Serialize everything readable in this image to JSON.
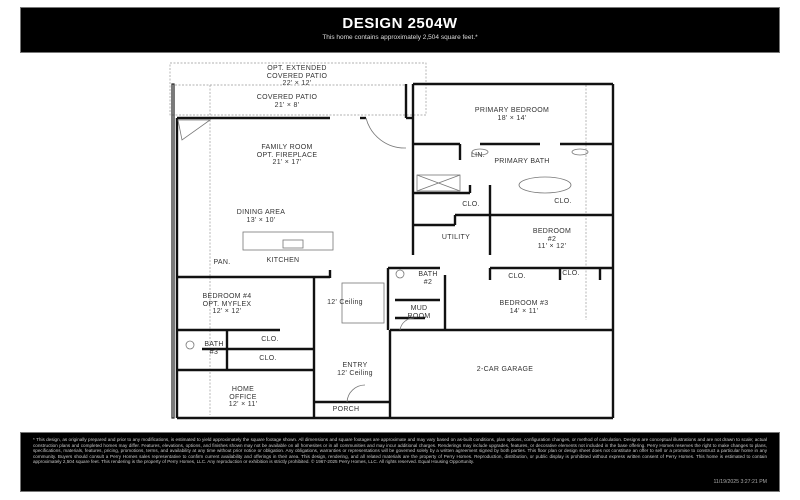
{
  "header": {
    "title": "DESIGN 2504W",
    "subtitle": "This home contains approximately 2,504 square feet.*"
  },
  "rooms": {
    "ext_patio": {
      "name": "OPT. EXTENDED",
      "name2": "COVERED PATIO",
      "dim": "22' × 12'"
    },
    "patio": {
      "name": "COVERED PATIO",
      "dim": "21' × 8'"
    },
    "family": {
      "name": "FAMILY ROOM",
      "name2": "OPT. FIREPLACE",
      "dim": "21' × 17'"
    },
    "dining": {
      "name": "DINING AREA",
      "dim": "13' × 10'"
    },
    "kitchen": {
      "name": "KITCHEN"
    },
    "pantry": {
      "name": "PAN."
    },
    "primary_bed": {
      "name": "PRIMARY BEDROOM",
      "dim": "18' × 14'"
    },
    "primary_bath": {
      "name": "PRIMARY BATH"
    },
    "linen": {
      "name": "LIN."
    },
    "clo_primary_left": {
      "name": "CLO."
    },
    "clo_primary_right": {
      "name": "CLO."
    },
    "utility": {
      "name": "UTILITY"
    },
    "bed2": {
      "name": "BEDROOM",
      "name2": "#2",
      "dim": "11' × 12'"
    },
    "bath2": {
      "name": "BATH",
      "name2": "#2"
    },
    "clo_bed3": {
      "name": "CLO."
    },
    "clo_bed2": {
      "name": "CLO."
    },
    "bed3": {
      "name": "BEDROOM #3",
      "dim": "14' × 11'"
    },
    "mud": {
      "name": "MUD",
      "name2": "ROOM"
    },
    "ceiling_hall": {
      "name": "12' Ceiling"
    },
    "bed4": {
      "name": "BEDROOM #4",
      "name2": "OPT. MYFLEX",
      "dim": "12' × 12'"
    },
    "bath3": {
      "name": "BATH",
      "name2": "#3"
    },
    "clo_bed4a": {
      "name": "CLO."
    },
    "clo_bed4b": {
      "name": "CLO."
    },
    "entry": {
      "name": "ENTRY",
      "name2": "12' Ceiling"
    },
    "office": {
      "name": "HOME",
      "name2": "OFFICE",
      "dim": "12' × 11'"
    },
    "porch": {
      "name": "PORCH"
    },
    "garage": {
      "name": "2-CAR GARAGE"
    }
  },
  "footer": {
    "disclaimer": "* This design, as originally prepared and prior to any modifications, is estimated to yield approximately the square footage shown. All dimensions and square footages are approximate and may vary based on as-built conditions, plan options, configuration changes, or method of calculation. Designs are conceptual illustrations and are not drawn to scale; actual construction plans and completed homes may differ. Features, elevations, options, and finishes shown may not be available on all homesites or in all communities and may incur additional charges. Renderings may include upgrades, features, or decorative elements not included in the base offering. Perry Homes reserves the right to make changes to plans, specifications, materials, features, pricing, promotions, terms, and availability at any time without prior notice or obligation. Any obligations, warranties or representations will be governed solely by a written agreement signed by both parties. This floor plan or design sheet does not constitute an offer to sell or a promise to construct a particular home in any community. Buyers should consult a Perry Homes sales representative to confirm current availability and offerings in their area. This design, rendering, and all related materials are the property of Perry Homes. Reproduction, distribution, or public display is prohibited without express written consent of Perry Homes. This home is estimated to contain approximately 2,504 square feet. This rendering is the property of Perry Homes, LLC. Any reproduction or exhibition is strictly prohibited. © 1967-2025 Perry Homes, LLC. All rights reserved. Equal Housing Opportunity.",
    "timestamp": "11/19/2025 3:27:21 PM"
  },
  "colors": {
    "header_bg": "#000000",
    "header_text": "#ffffff",
    "wall": "#111111",
    "dashed": "#999999",
    "label": "#333333"
  }
}
